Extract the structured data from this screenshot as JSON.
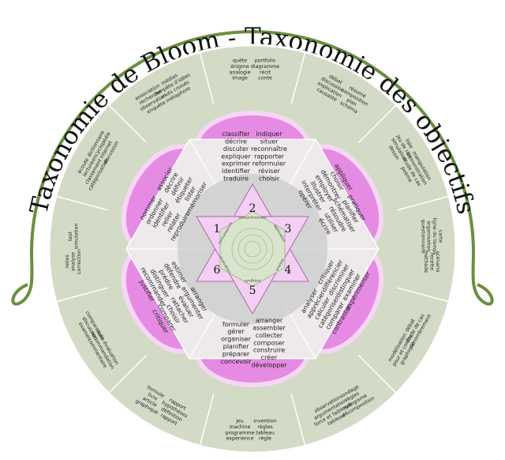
{
  "title": "Taxonomie de Bloom - Taxonomie des objectifs",
  "colors": {
    "outer_disk": "#d3dbc6",
    "outer_border": "#ffffff",
    "petal": "#e58be3",
    "petal_edge": "#f6d6f5",
    "hexagon": "#eeeaec",
    "inner_ring": "#c9c9c9",
    "center": "#d8e4cc",
    "triangle": "#f4cff4",
    "arc": "#6a8f3f",
    "text": "#222222"
  },
  "levels": [
    {
      "number": "1",
      "name": "connaissance"
    },
    {
      "number": "2",
      "name": "compréhension"
    },
    {
      "number": "3",
      "name": "application"
    },
    {
      "number": "4",
      "name": "analyse"
    },
    {
      "number": "5",
      "name": "synthèse"
    },
    {
      "number": "6",
      "name": "évaluation"
    }
  ],
  "verbs": [
    [
      "nommer",
      "ordonner",
      "identifier",
      "relier",
      "relater",
      "reproduire",
      "associer",
      "décrire",
      "définir",
      "étiqueter",
      "lister",
      "mémoriser"
    ],
    [
      "classifier",
      "décrire",
      "discuter",
      "expliquer",
      "exprimer",
      "identifier",
      "traduire",
      "indiquer",
      "situer",
      "reconnaître",
      "rapporter",
      "reformuler",
      "réviser",
      "choisir"
    ],
    [
      "appliquer",
      "choisir",
      "démontrer",
      "employer",
      "illustrer",
      "interpréter",
      "opérer",
      "pratiquer",
      "planifier",
      "schématiser",
      "résoudre",
      "utiliser",
      "écrire"
    ],
    [
      "critiquer",
      "différencier",
      "discriminer",
      "distinguer",
      "examiner",
      "expérimenter",
      "analyser",
      "apprécier",
      "calculer",
      "catégoriser",
      "comparer",
      "contraster"
    ],
    [
      "arranger",
      "assembler",
      "collecter",
      "composer",
      "construire",
      "créer",
      "développer",
      "formuler",
      "gérer",
      "organiser",
      "planifier",
      "préparer",
      "concevoir"
    ],
    [
      "arranger",
      "argumenter",
      "évaluer",
      "rattacher",
      "choisir",
      "comparer",
      "critiquer",
      "estimer",
      "défendre",
      "prédire",
      "distinguer",
      "recommander",
      "justifier"
    ]
  ],
  "outer_sectors": [
    [
      "quête",
      "énigme",
      "analogie",
      "image",
      "portfolio",
      "diagramme",
      "récit",
      "conte"
    ],
    [
      "débat",
      "discussion",
      "explication",
      "causalité",
      "résumé",
      "composition",
      "plan",
      "schéma"
    ],
    [
      "liste",
      "jeu de rôle",
      "simulation",
      "dessin",
      "manipulation",
      "démonstration",
      "étude de cas",
      "poème"
    ],
    [
      "carte",
      "ligne du temps",
      "organisation",
      "questionnaire",
      "scénario",
      "recette",
      "méthode"
    ],
    [
      "débat",
      "étude de cas",
      "dénombrement",
      "modélisation",
      "pour et contre",
      "graphique"
    ],
    [
      "sondage",
      "règles",
      "syllogisme",
      "décomposition",
      "observation",
      "argumentation",
      "force et faiblesse",
      "tableau"
    ],
    [
      "invention",
      "règles",
      "tableau",
      "règle",
      "jeu",
      "machine",
      "programme",
      "expérience"
    ],
    [
      "rapport",
      "hypothèses",
      "définition",
      "rapport",
      "formule",
      "livre",
      "article",
      "graphique"
    ],
    [
      "auto-évaluation",
      "recommandation",
      "commentaire",
      "comparaison",
      "discussion",
      "examen"
    ],
    [
      "notes",
      "analyse",
      "correction",
      "test",
      "simulation"
    ],
    [
      "écoute",
      "lecture",
      "classement",
      "catégorisation",
      "dictionnaire",
      "encyclopédie",
      "internet",
      "discussion"
    ],
    [
      "association",
      "recherche",
      "observation",
      "enquête",
      "médias",
      "tempête d'idées",
      "mots croisés",
      "métaphore"
    ]
  ]
}
